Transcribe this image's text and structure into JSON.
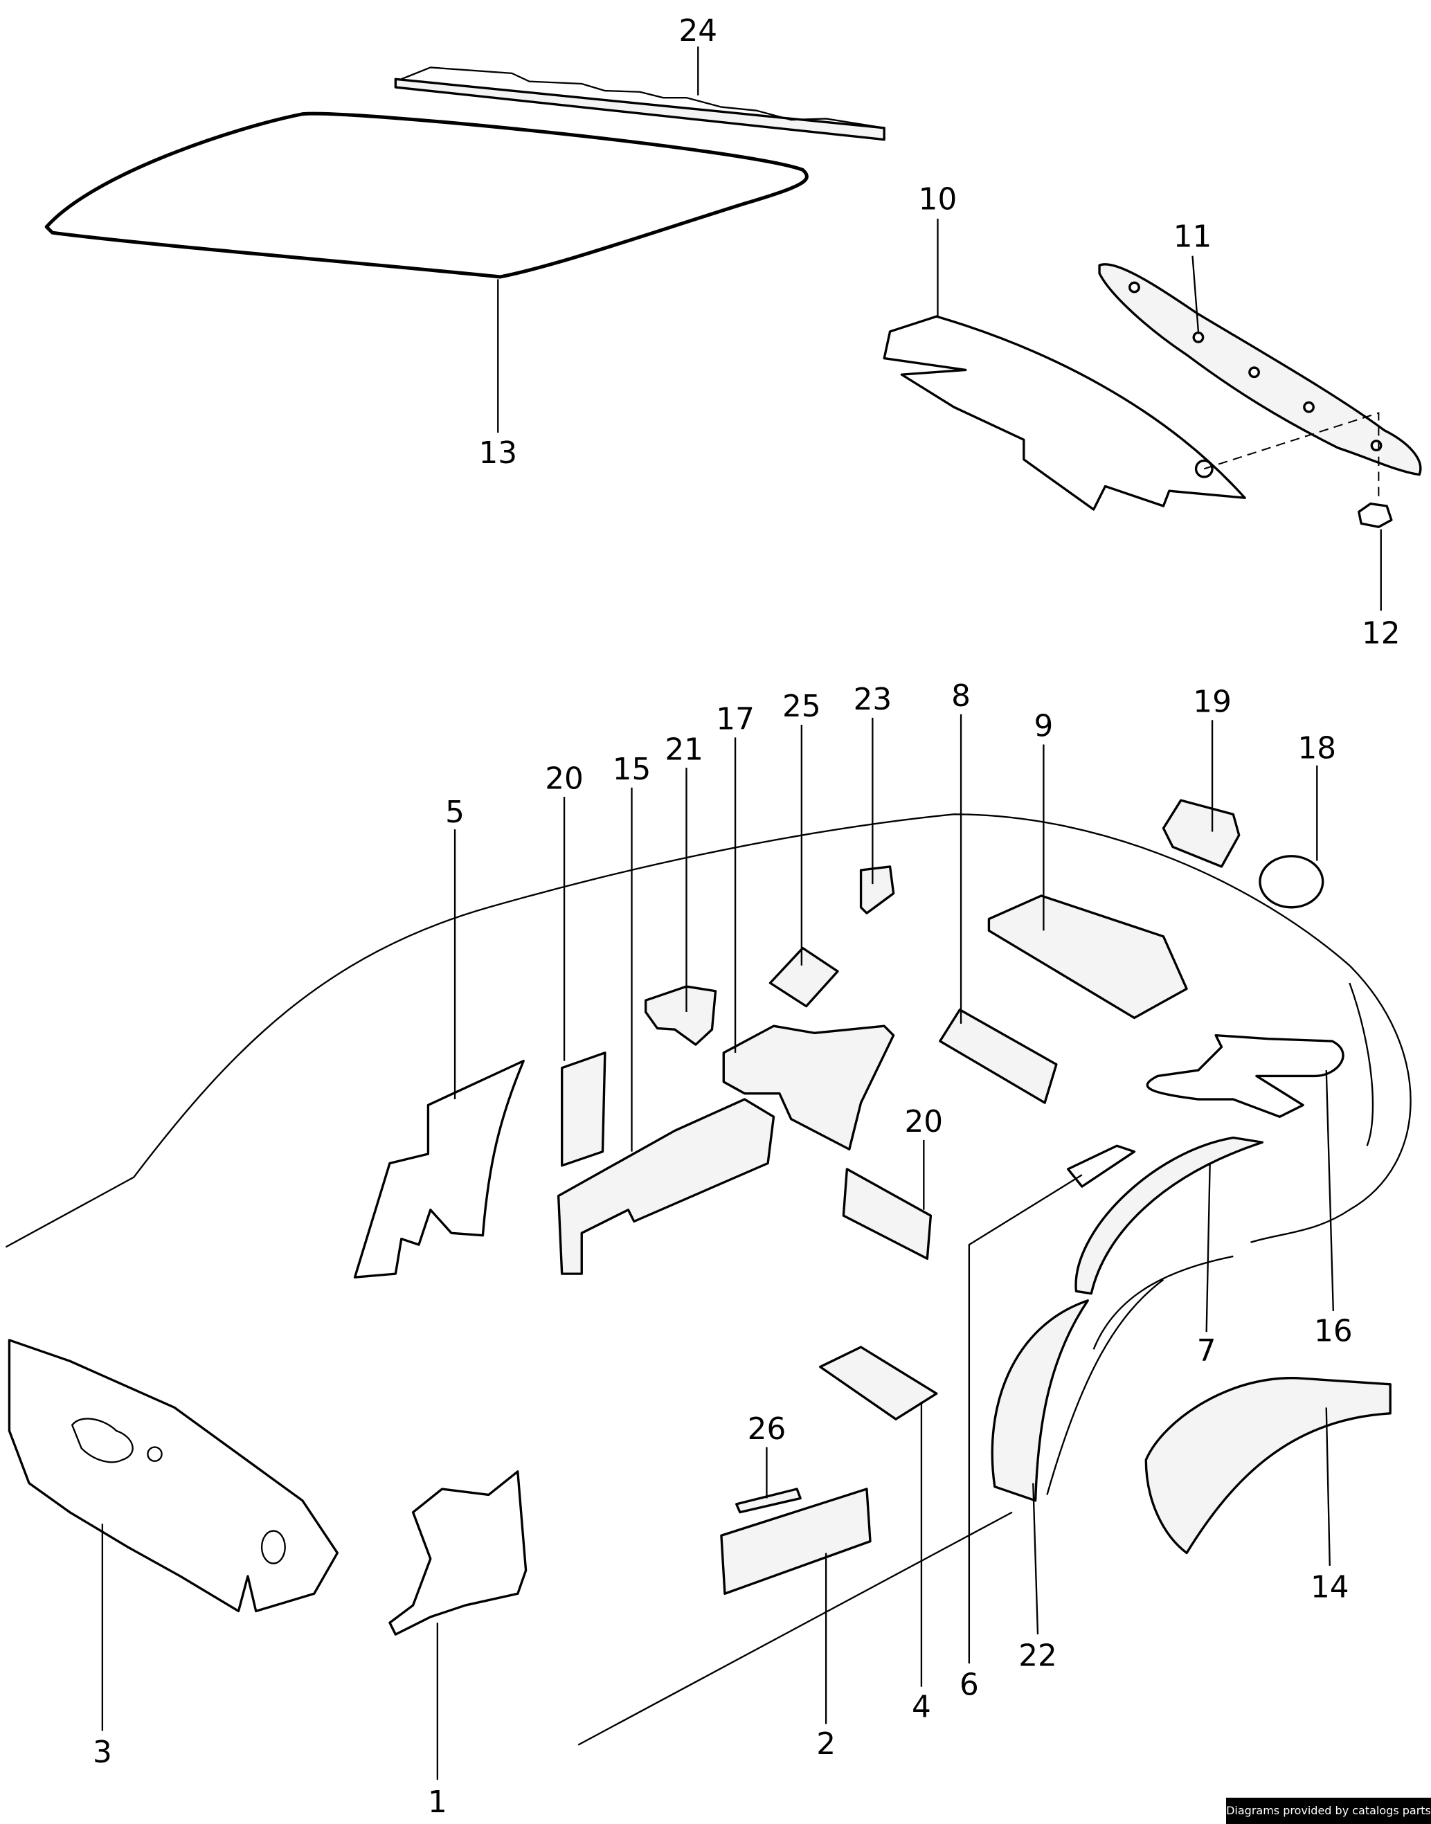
{
  "diagram": {
    "callouts": [
      "24",
      "13",
      "10",
      "11",
      "12",
      "5",
      "20",
      "15",
      "21",
      "17",
      "25",
      "23",
      "8",
      "9",
      "19",
      "18",
      "20",
      "7",
      "16",
      "26",
      "3",
      "1",
      "2",
      "4",
      "6",
      "22",
      "14"
    ]
  },
  "credit": "Diagrams provided by catalogs parts"
}
